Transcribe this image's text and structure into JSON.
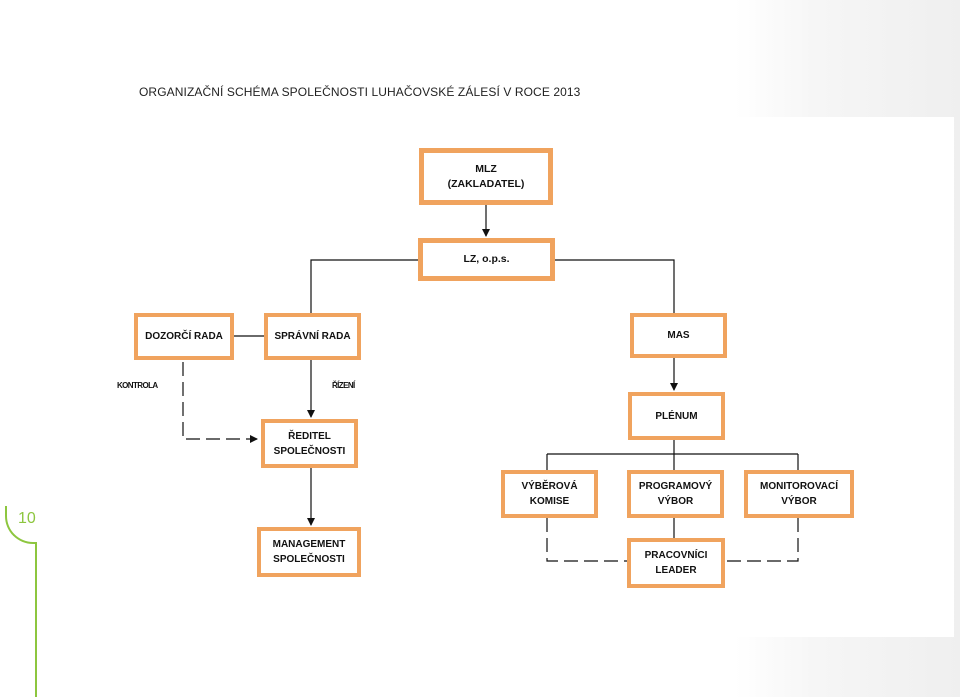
{
  "page": {
    "title": "ORGANIZAČNÍ SCHÉMA SPOLEČNOSTI LUHAČOVSKÉ ZÁLESÍ V ROCE 2013",
    "page_number": "10"
  },
  "colors": {
    "box_border": "#f0a35e",
    "margin_accent": "#8dc63f",
    "connector": "#111111"
  },
  "nodes": {
    "mlz": "MLZ\n(ZAKLADATEL)",
    "lz": "LZ, o.p.s.",
    "dozorci_rada": "DOZORČÍ RADA",
    "spravni_rada": "SPRÁVNÍ RADA",
    "reditel": "ŘEDITEL\nSPOLEČNOSTI",
    "management": "MANAGEMENT\nSPOLEČNOSTI",
    "mas": "MAS",
    "plenum": "PLÉNUM",
    "vyberova_komise": "VÝBĚROVÁ\nKOMISE",
    "programovy_vybor": "PROGRAMOVÝ\nVÝBOR",
    "monitorovaci_vybor": "MONITOROVACÍ\nVÝBOR",
    "pracovnici": "PRACOVNÍCI\nLEADER"
  },
  "edge_labels": {
    "kontrola": "KONTROLA",
    "rizeni": "ŘÍZENÍ"
  }
}
